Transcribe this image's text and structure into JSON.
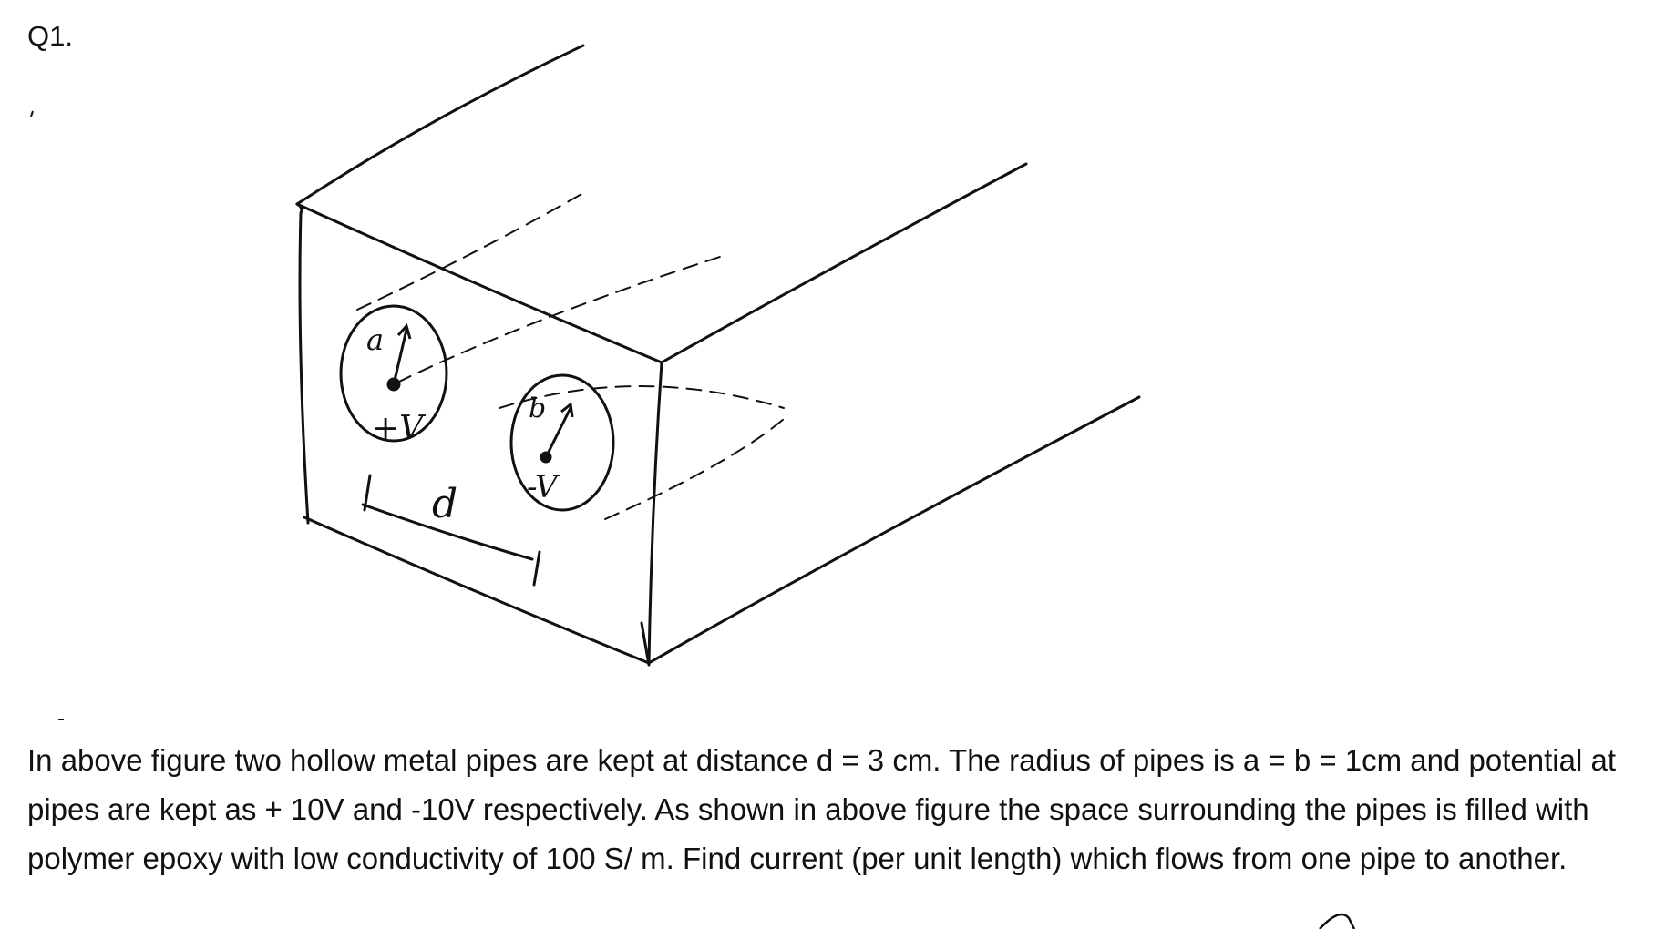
{
  "question": {
    "label": "Q1.",
    "text": "In above figure two hollow metal pipes are kept at distance d = 3 cm. The radius of pipes is a = b = 1cm and potential at pipes are kept as + 10V and -10V respectively. As shown in above figure the space surrounding the pipes is filled with polymer epoxy with low conductivity of 100 S/ m. Find current (per unit length) which flows from one pipe to another."
  },
  "figure": {
    "labels": {
      "radius_a": "a",
      "radius_b": "b",
      "potential_left": "+V",
      "potential_right": "-V",
      "distance": "d"
    }
  }
}
